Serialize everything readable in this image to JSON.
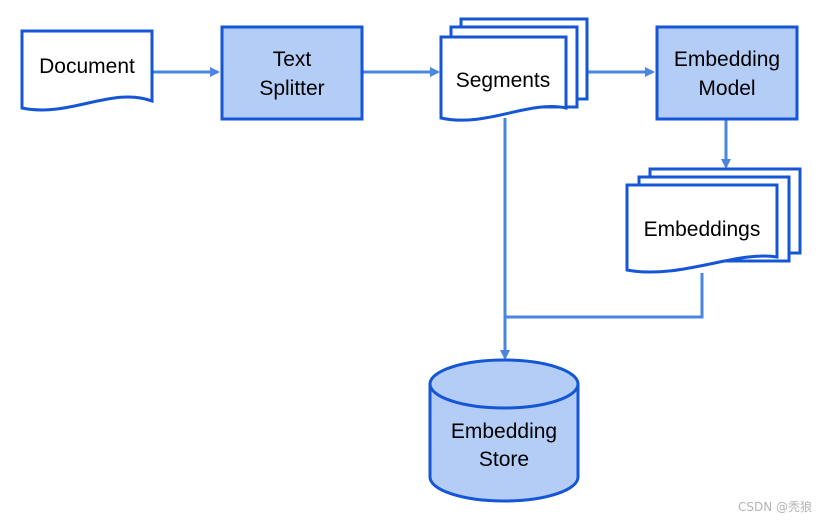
{
  "nodes": {
    "document": {
      "line1": "Document"
    },
    "text_splitter": {
      "line1": "Text",
      "line2": "Splitter"
    },
    "segments": {
      "line1": "Segments"
    },
    "embedding_model": {
      "line1": "Embedding",
      "line2": "Model"
    },
    "embeddings": {
      "line1": "Embeddings"
    },
    "embedding_store": {
      "line1": "Embedding",
      "line2": "Store"
    }
  },
  "watermark": "CSDN @秃狼",
  "colors": {
    "stroke": "#1556d6",
    "fill_process": "#b3cdf6",
    "fill_document": "#ffffff",
    "arrow": "#4a86e0"
  }
}
